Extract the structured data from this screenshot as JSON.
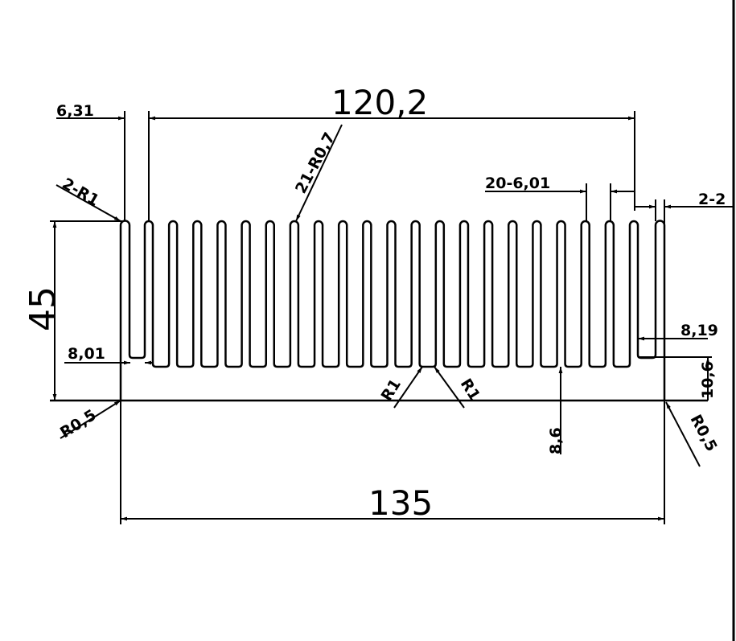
{
  "drawing": {
    "overall_width": "135",
    "fin_span": "120,2",
    "height": "45",
    "edge_offset": "6,31",
    "outer_corner_radius": "2-R1",
    "fin_tip_radius": "21-R0,7",
    "fin_pitch": "20-6,01",
    "outer_fin_gap": "2-2",
    "left_slot_width": "8,01",
    "right_slot_width": "8,19",
    "right_base_thickness": "10,6",
    "base_corner_radius_left": "R0,5",
    "base_corner_radius_right": "R0,5",
    "slot_radius_left": "R1",
    "slot_radius_right": "R1",
    "base_thickness": "8,6"
  },
  "fin_count": 23,
  "line_color": "#000000",
  "background_color": "#ffffff"
}
